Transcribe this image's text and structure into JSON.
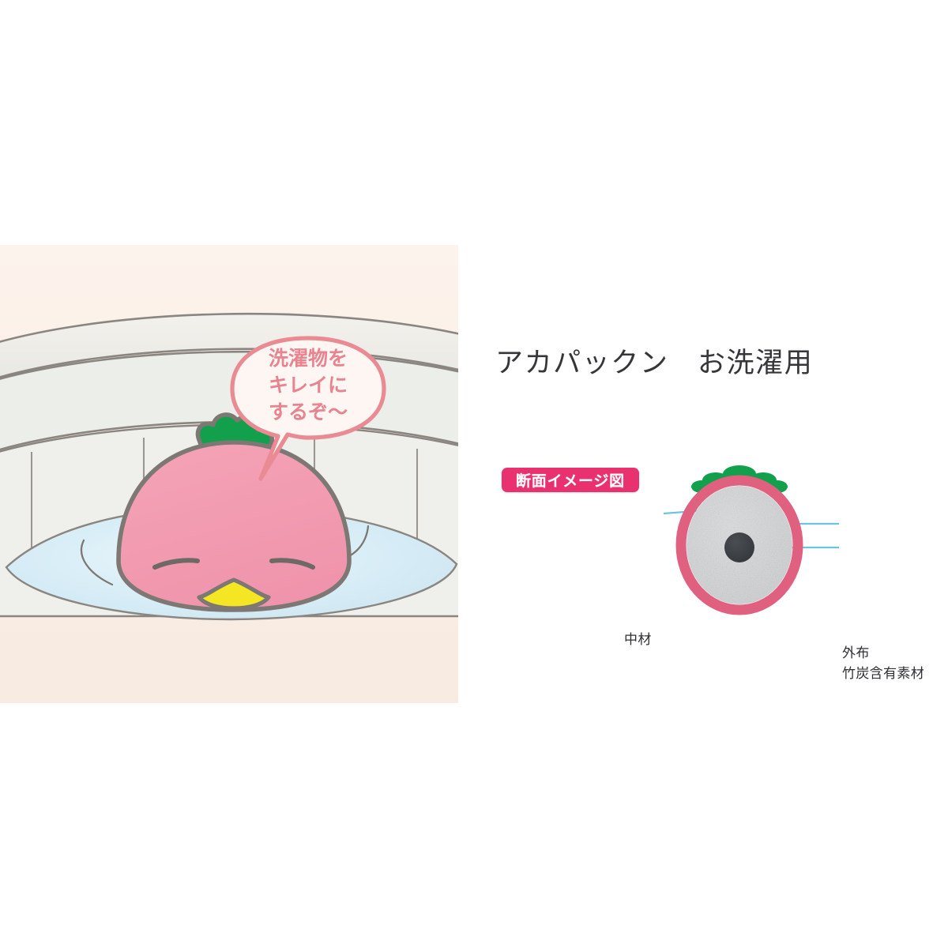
{
  "colors": {
    "panel_bg": "#faf0e7",
    "character_body": "#f29bb0",
    "character_outline": "#7d7873",
    "leaf_green": "#13a04c",
    "beak_yellow": "#f5e623",
    "water_blue": "#d6ecf5",
    "bubble_pink": "#ea8a93",
    "badge_pink": "#e8316e",
    "ring_pink": "#e0607f",
    "inner_gray": "#d2d4d6",
    "charcoal_core": "#3c4045",
    "leader_blue": "#6ec3e0",
    "title_gray": "#36363a",
    "drum_gray": "#8a8580"
  },
  "illustration": {
    "alt_name": "akapakkun-character-in-washing-machine",
    "speech_bubble": {
      "lines": [
        "洗濯物を",
        "キレイに",
        "するぞ～"
      ],
      "full_text": "洗濯物をキレイにするぞ～"
    },
    "scene_parts": {
      "washing_machine_drum": "washing-machine-drum",
      "water_pool": "water-pool",
      "character": "akapakkun-character",
      "character_leaf": "character-leaf-top",
      "character_beak": "character-beak",
      "character_eyes": "character-closed-eyes",
      "water_ripples": "water-ripple-lines"
    }
  },
  "info": {
    "product_title": "アカパックン　お洗濯用",
    "badge_label": "断面イメージ図",
    "diagram": {
      "labels": {
        "inner_material": "中材",
        "outer_cloth": "外布",
        "bamboo_charcoal": "竹炭含有素材"
      },
      "parts": {
        "outer_ring": "outer-cloth-ring",
        "inner_fill": "inner-material-fill",
        "core": "bamboo-charcoal-core",
        "leaf": "diagram-leaf-top"
      }
    }
  }
}
